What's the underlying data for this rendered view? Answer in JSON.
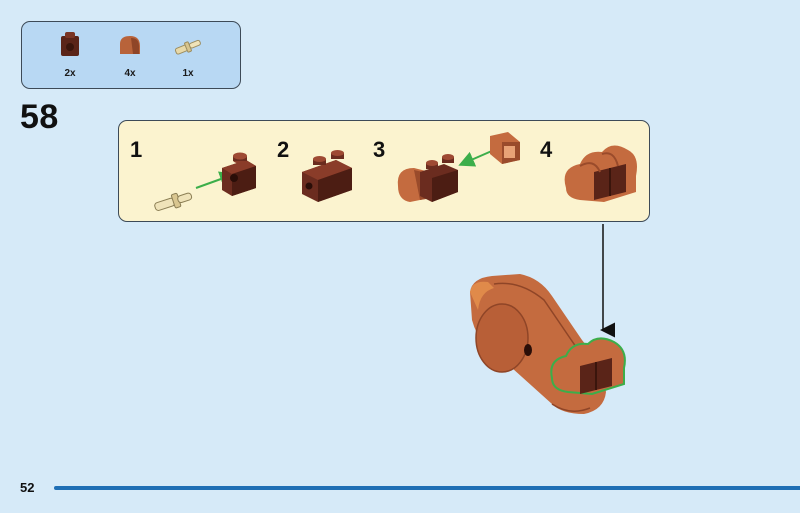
{
  "parts_list": {
    "items": [
      {
        "qty": "2x",
        "icon": "brown-bracket-brick-icon",
        "color": "#6b2c1f"
      },
      {
        "qty": "4x",
        "icon": "curved-slope-brick-icon",
        "color": "#b8633a"
      },
      {
        "qty": "1x",
        "icon": "tan-bar-pin-icon",
        "color": "#e8d9a8"
      }
    ]
  },
  "step": {
    "number": "58"
  },
  "substeps": [
    {
      "label": "1"
    },
    {
      "label": "2"
    },
    {
      "label": "3"
    },
    {
      "label": "4"
    }
  ],
  "colors": {
    "background": "#d6eaf8",
    "parts_box": "#b8d8f3",
    "substeps_box": "#fbf3cf",
    "callout_arrow": "#3cae4a",
    "page_line": "#1f6fb5"
  },
  "footer": {
    "page_number": "52"
  }
}
